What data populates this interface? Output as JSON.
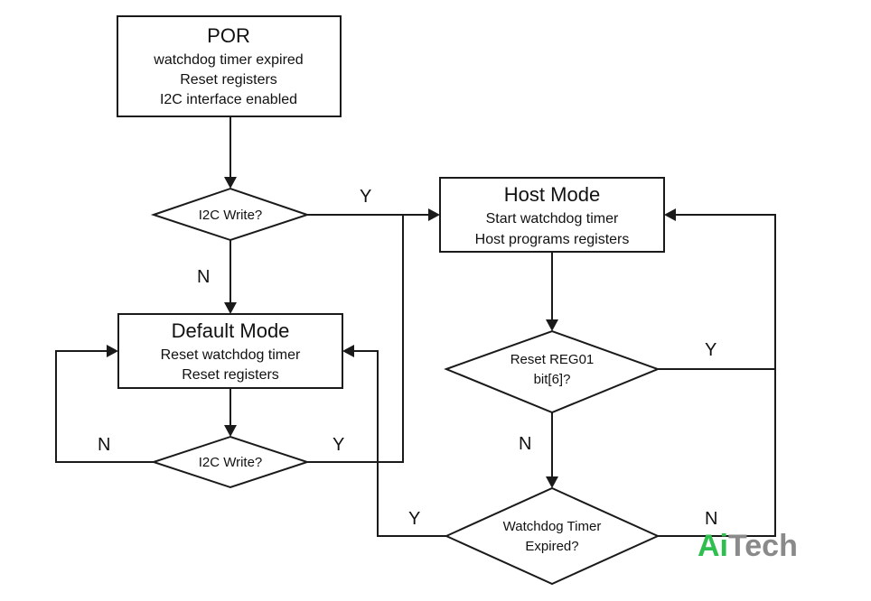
{
  "boxes": {
    "por": {
      "title": "POR",
      "lines": [
        "watchdog timer expired",
        "Reset registers",
        "I2C interface enabled"
      ]
    },
    "host_mode": {
      "title": "Host Mode",
      "lines": [
        "Start watchdog timer",
        "Host programs registers"
      ]
    },
    "default_mode": {
      "title": "Default Mode",
      "lines": [
        "Reset watchdog timer",
        "Reset registers"
      ]
    }
  },
  "decisions": {
    "i2c_write_1": {
      "lines": [
        "I2C Write?"
      ]
    },
    "i2c_write_2": {
      "lines": [
        "I2C Write?"
      ]
    },
    "reset_reg01": {
      "lines": [
        "Reset REG01",
        "bit[6]?"
      ]
    },
    "watchdog_expired": {
      "lines": [
        "Watchdog Timer",
        "Expired?"
      ]
    }
  },
  "edges": {
    "i2c1_yes": "Y",
    "i2c1_no": "N",
    "i2c2_no": "N",
    "i2c2_yes": "Y",
    "reg01_yes": "Y",
    "reg01_no": "N",
    "wdt_yes": "Y",
    "wdt_no": "N"
  },
  "watermark": {
    "part1": "Ai",
    "part2": "Tech",
    "color1": "#2fbf4f",
    "color2": "#8a8a8a"
  }
}
